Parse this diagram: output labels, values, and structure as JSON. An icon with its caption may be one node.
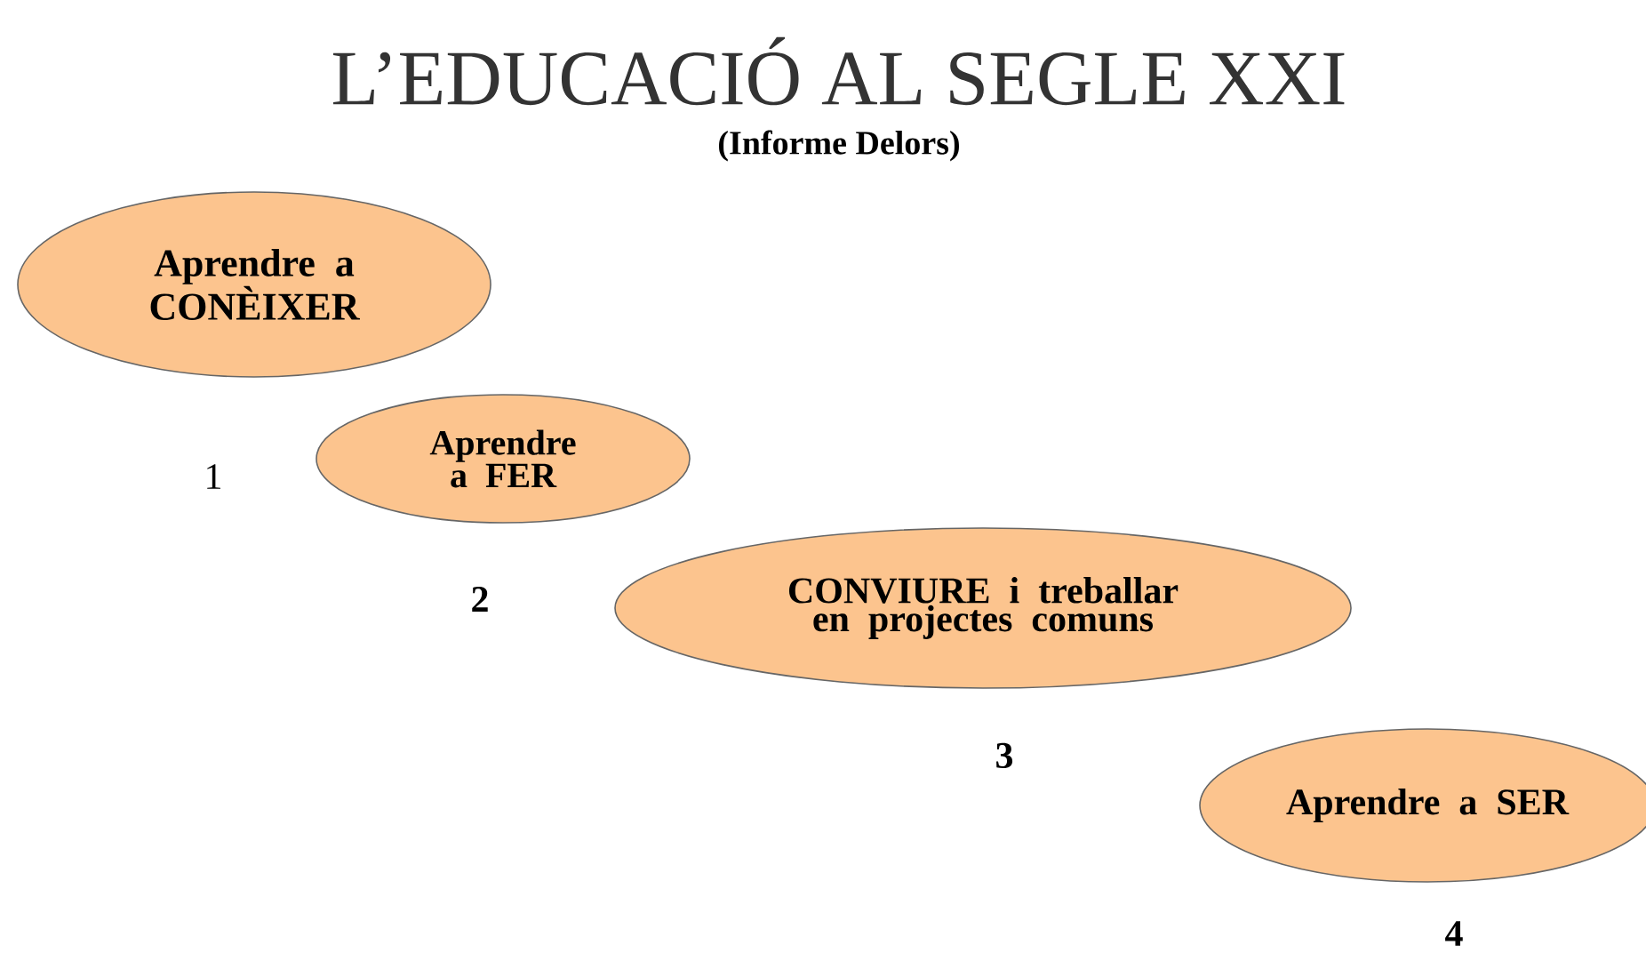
{
  "diagram": {
    "title": "L’EDUCACIÓ AL SEGLE XXI",
    "nodes": [
      {
        "text": [
          "Aprendre a CONÈIXER"
        ],
        "beside": [
          "1"
        ]
      },
      {
        "text": [
          "Aprendre a FER"
        ],
        "beside": [
          "2"
        ]
      },
      {
        "text": [
          "CONVIURE i treballar en projectes comuns"
        ],
        "beside": [
          "3"
        ]
      },
      {
        "text": [
          "Aprendre a SER"
        ],
        "beside": [
          "4"
        ]
      }
    ],
    "labels": [
      "(Informe Delors)"
    ]
  }
}
